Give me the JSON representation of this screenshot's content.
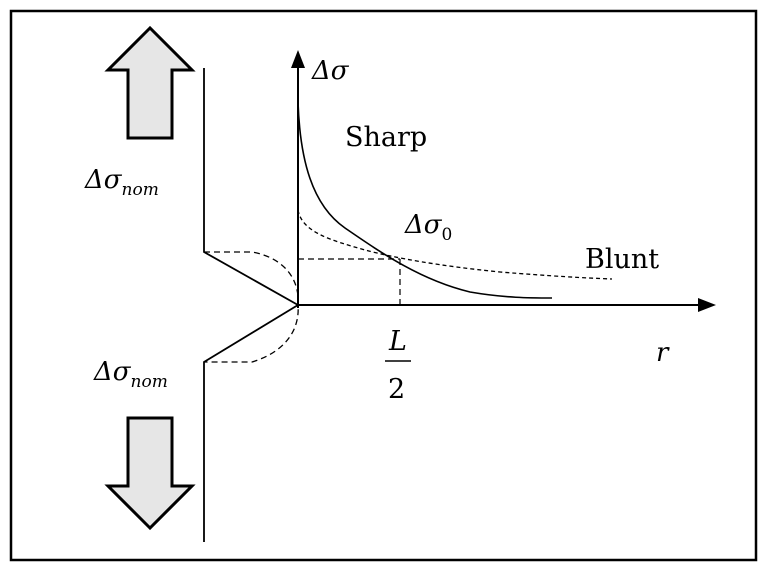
{
  "labels": {
    "y_axis": "Δσ",
    "x_axis": "r",
    "sharp": "Sharp",
    "blunt": "Blunt",
    "delta_sigma_zero": "Δσ",
    "delta_sigma_zero_sub": "0",
    "L_half_num": "L",
    "L_half_den": "2",
    "nominal_top": "Δσ",
    "nominal_top_sub": "nom",
    "nominal_bottom": "Δσ",
    "nominal_bottom_sub": "nom"
  },
  "colors": {
    "line": "#000000",
    "arrow_fill": "#e6e6e6",
    "frame": "#000000"
  },
  "icons": {
    "top_arrow": "arrow-up-icon",
    "bottom_arrow": "arrow-down-icon"
  }
}
